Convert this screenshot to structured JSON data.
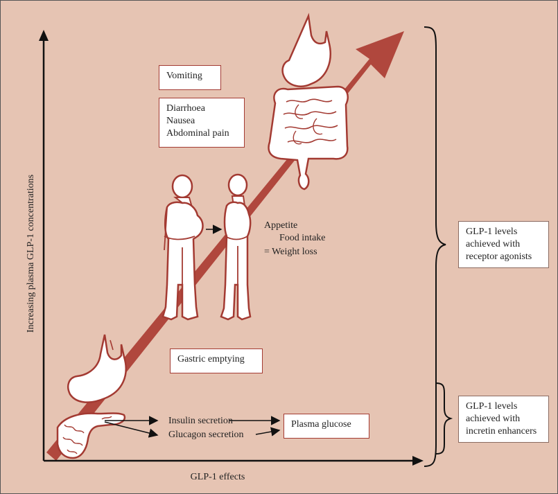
{
  "axes": {
    "y_label": "Increasing plasma GLP-1 concentrations",
    "x_label": "GLP-1 effects"
  },
  "effects": {
    "vomiting": "Vomiting",
    "gi_symptoms": [
      "Diarrhoea",
      "Nausea",
      "Abdominal pain"
    ],
    "appetite": "Appetite",
    "food_intake": "Food intake",
    "weight_loss": "= Weight loss",
    "gastric_emptying": "Gastric emptying",
    "insulin_secretion": "Insulin secretion",
    "glucagon_secretion": "Glucagon secretion",
    "plasma_glucose": "Plasma glucose"
  },
  "brackets": {
    "receptor_agonists": [
      "GLP-1 levels",
      "achieved with",
      "receptor agonists"
    ],
    "incretin_enhancers": [
      "GLP-1 levels",
      "achieved with",
      "incretin enhancers"
    ]
  },
  "colors": {
    "background": "#e6c4b3",
    "arrow": "#b0473d",
    "outline": "#a33a32"
  },
  "icons": [
    "stomach-intestine-icon",
    "person-before-icon",
    "person-after-icon",
    "stomach-icon",
    "pancreas-icon"
  ]
}
